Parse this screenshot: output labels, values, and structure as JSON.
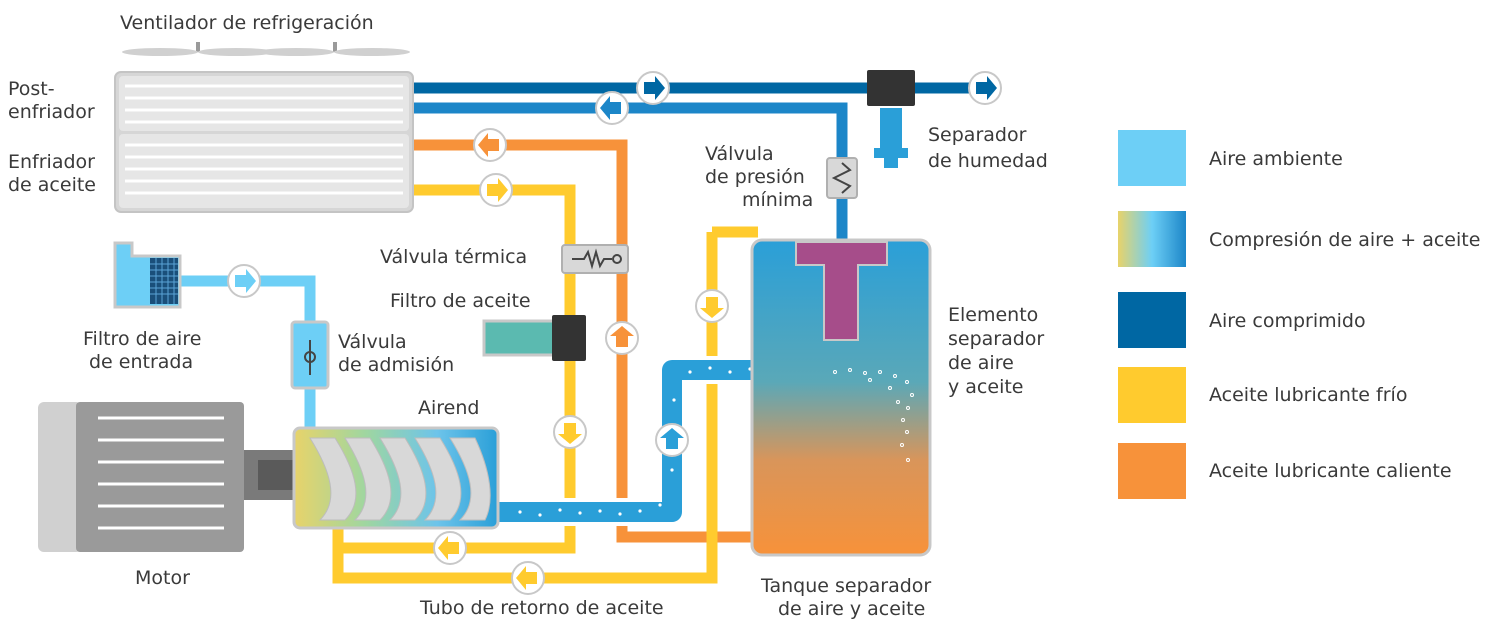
{
  "labels": {
    "fan": "Ventilador de refrigeración",
    "aftercooler_1": "Post-",
    "aftercooler_2": "enfriador",
    "oilcooler_1": "Enfriador",
    "oilcooler_2": "de aceite",
    "inlet_filter_1": "Filtro de aire",
    "inlet_filter_2": "de entrada",
    "intake_valve_1": "Válvula",
    "intake_valve_2": "de admisión",
    "thermal_valve": "Válvula térmica",
    "oil_filter": "Filtro de aceite",
    "min_pressure_valve_1": "Válvula",
    "min_pressure_valve_2": "de presión",
    "min_pressure_valve_3": "mínima",
    "moisture_separator_1": "Separador",
    "moisture_separator_2": "de humedad",
    "separator_element_1": "Elemento",
    "separator_element_2": "separador",
    "separator_element_3": "de aire",
    "separator_element_4": "y aceite",
    "airend": "Airend",
    "motor": "Motor",
    "oil_return": "Tubo de retorno de aceite",
    "tank_1": "Tanque separador",
    "tank_2": "de aire y aceite"
  },
  "legend": [
    {
      "label": "Aire ambiente",
      "color": "#6dcff6"
    },
    {
      "label": "Compresión de aire + aceite",
      "color": "gradient"
    },
    {
      "label": "Aire comprimido",
      "color": "#0067a3"
    },
    {
      "label": "Aceite lubricante frío",
      "color": "#ffcb2e"
    },
    {
      "label": "Aceite lubricante caliente",
      "color": "#f7923a"
    }
  ],
  "colors": {
    "ambient_air": "#6dcff6",
    "compressed_air": "#0067a3",
    "mix_blue": "#2a9fd8",
    "cold_oil": "#ffcb2e",
    "hot_oil": "#f7923a",
    "grey": "#d0d0d0",
    "separator_element": "#a64d8a",
    "dark_block": "#333333",
    "oil_filter_body": "#5bbab0"
  }
}
